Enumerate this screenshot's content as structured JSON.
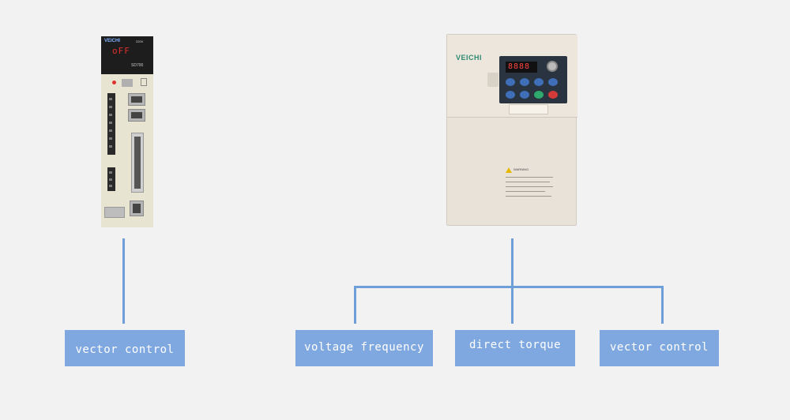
{
  "devices": {
    "servo": {
      "brand": "VEICHI",
      "voltage": "220V",
      "display": "oFF",
      "model": "SD700"
    },
    "inverter": {
      "brand": "VEICHI",
      "display": "8888",
      "warning": "WARNING"
    }
  },
  "labels": {
    "servo_control": "vector control",
    "inverter_controls": [
      "voltage frequency",
      "direct torque",
      "vector control"
    ]
  },
  "colors": {
    "background": "#f2f2f2",
    "connector": "#6f9fd8",
    "label_box": "#80a8e0",
    "label_text": "#ffffff"
  }
}
